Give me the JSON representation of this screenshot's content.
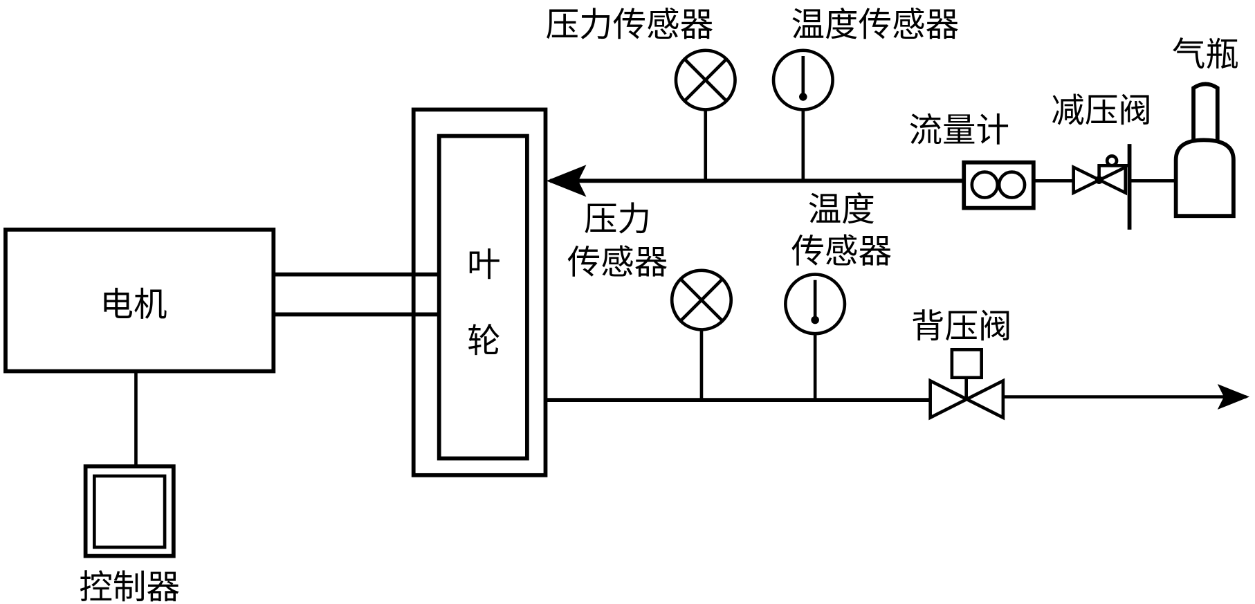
{
  "components": {
    "motor": "电机",
    "controller": "控制器",
    "impeller_line1": "叶",
    "impeller_line2": "轮",
    "upper_pressure_sensor": "压力传感器",
    "upper_temperature_sensor": "温度传感器",
    "flow_meter": "流量计",
    "pressure_reducing_valve": "减压阀",
    "gas_cylinder": "气瓶",
    "lower_pressure_sensor_line1": "压力",
    "lower_pressure_sensor_line2": "传感器",
    "lower_temperature_sensor_line1": "温度",
    "lower_temperature_sensor_line2": "传感器",
    "back_pressure_valve": "背压阀"
  }
}
